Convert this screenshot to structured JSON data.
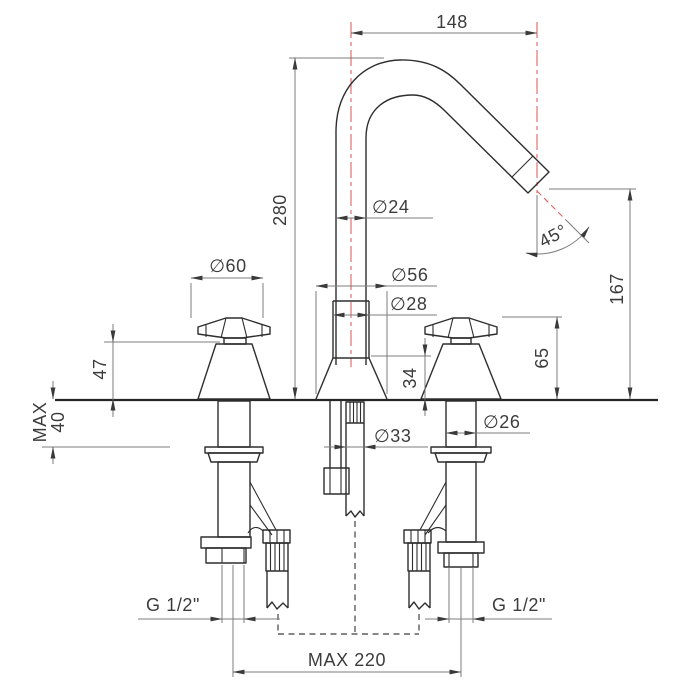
{
  "drawing": {
    "type": "technical-dimension-drawing",
    "subject": "three-hole basin mixer tap, front elevation with installation dimensions",
    "units": "mm",
    "line_color": "#2e2e2e",
    "dimension_color": "#7d7d7d",
    "centerline_color": "#e06464",
    "labels": {
      "spout_reach": "148",
      "total_height": "280",
      "spout_diameter": "∅24",
      "spout_angle": "45°",
      "outlet_height": "167",
      "handle_diameter": "∅60",
      "base_diameter": "∅56",
      "collar_diameter": "∅28",
      "handle_height": "65",
      "handle_clearance": "47",
      "body_height": "34",
      "deck_max_label": "MAX",
      "deck_max_value": "40",
      "outlet_shank_diameter": "∅33",
      "valve_shank_diameter": "∅26",
      "thread_left": "G 1/2\"",
      "thread_right": "G 1/2\"",
      "hole_spacing": "MAX 220"
    }
  }
}
